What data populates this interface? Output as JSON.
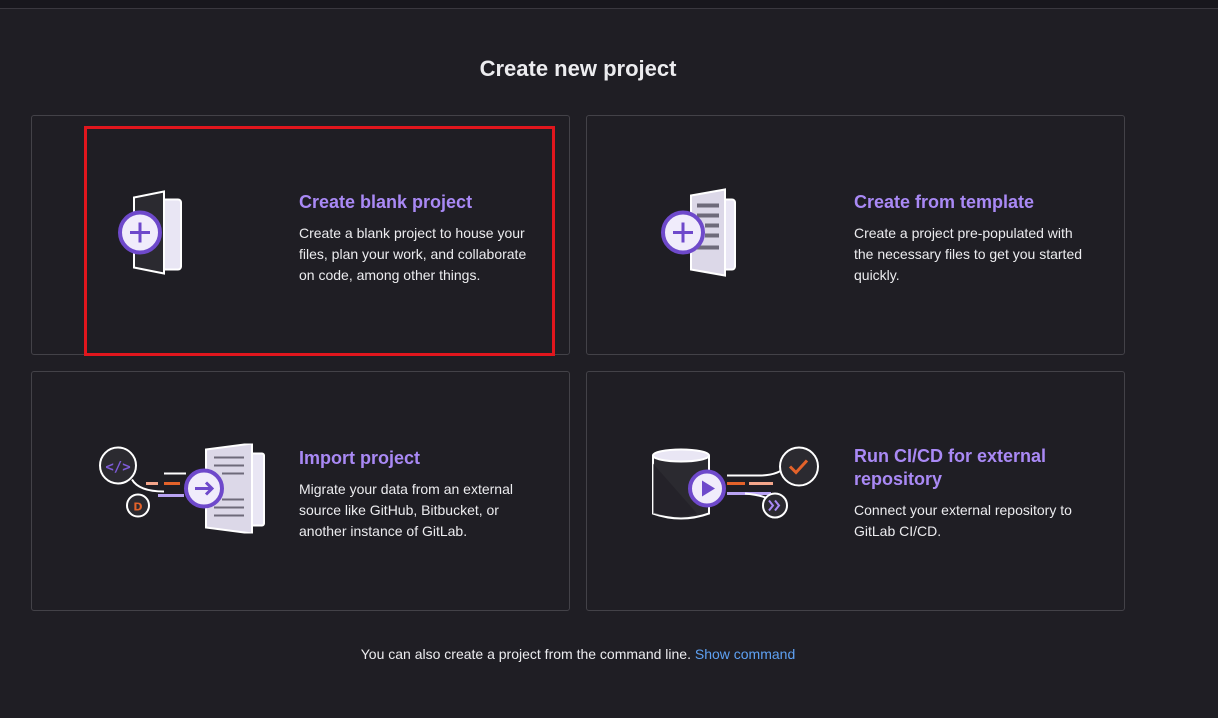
{
  "page": {
    "title": "Create new project"
  },
  "cards": [
    {
      "title": "Create blank project",
      "description": "Create a blank project to house your files, plan your work, and collaborate on code, among other things.",
      "icon": "blank-project-icon"
    },
    {
      "title": "Create from template",
      "description": "Create a project pre-populated with the necessary files to get you started quickly.",
      "icon": "template-project-icon"
    },
    {
      "title": "Import project",
      "description": "Migrate your data from an external source like GitHub, Bitbucket, or another instance of GitLab.",
      "icon": "import-project-icon"
    },
    {
      "title": "Run CI/CD for external repository",
      "description": "Connect your external repository to GitLab CI/CD.",
      "icon": "cicd-external-repo-icon"
    }
  ],
  "footer": {
    "text": "You can also create a project from the command line.",
    "link": "Show command"
  },
  "colors": {
    "background": "#1f1e24",
    "card_border": "#434248",
    "title_accent": "#a989f5",
    "link": "#5ea1f3",
    "highlight": "#e0161d"
  }
}
